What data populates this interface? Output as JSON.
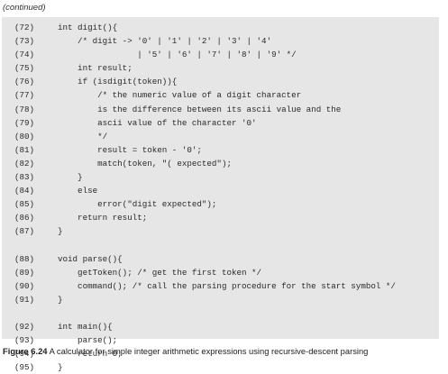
{
  "header": {
    "continued_label": "(continued)"
  },
  "code_listing": {
    "lines": [
      {
        "num": "(72)",
        "text": "int digit(){"
      },
      {
        "num": "(73)",
        "text": "    /* digit -> '0' | '1' | '2' | '3' | '4'"
      },
      {
        "num": "(74)",
        "text": "                | '5' | '6' | '7' | '8' | '9' */"
      },
      {
        "num": "(75)",
        "text": "    int result;"
      },
      {
        "num": "(76)",
        "text": "    if (isdigit(token)){"
      },
      {
        "num": "(77)",
        "text": "        /* the numeric value of a digit character"
      },
      {
        "num": "(78)",
        "text": "        is the difference between its ascii value and the"
      },
      {
        "num": "(79)",
        "text": "        ascii value of the character '0'"
      },
      {
        "num": "(80)",
        "text": "        */"
      },
      {
        "num": "(81)",
        "text": "        result = token - '0';"
      },
      {
        "num": "(82)",
        "text": "        match(token, \"( expected\");"
      },
      {
        "num": "(83)",
        "text": "    }"
      },
      {
        "num": "(84)",
        "text": "    else"
      },
      {
        "num": "(85)",
        "text": "        error(\"digit expected\");"
      },
      {
        "num": "(86)",
        "text": "    return result;"
      },
      {
        "num": "(87)",
        "text": "}"
      },
      {
        "num": "",
        "text": ""
      },
      {
        "num": "(88)",
        "text": "void parse(){"
      },
      {
        "num": "(89)",
        "text": "    getToken(); /* get the first token */"
      },
      {
        "num": "(90)",
        "text": "    command(); /* call the parsing procedure for the start symbol */"
      },
      {
        "num": "(91)",
        "text": "}"
      },
      {
        "num": "",
        "text": ""
      },
      {
        "num": "(92)",
        "text": "int main(){"
      },
      {
        "num": "(93)",
        "text": "    parse();"
      },
      {
        "num": "(94)",
        "text": "    return 0;"
      },
      {
        "num": "(95)",
        "text": "}"
      }
    ]
  },
  "caption": {
    "figure_label": "Figure 6.24",
    "text": " A calculator for simple integer arithmetic expressions using recursive-descent parsing"
  }
}
